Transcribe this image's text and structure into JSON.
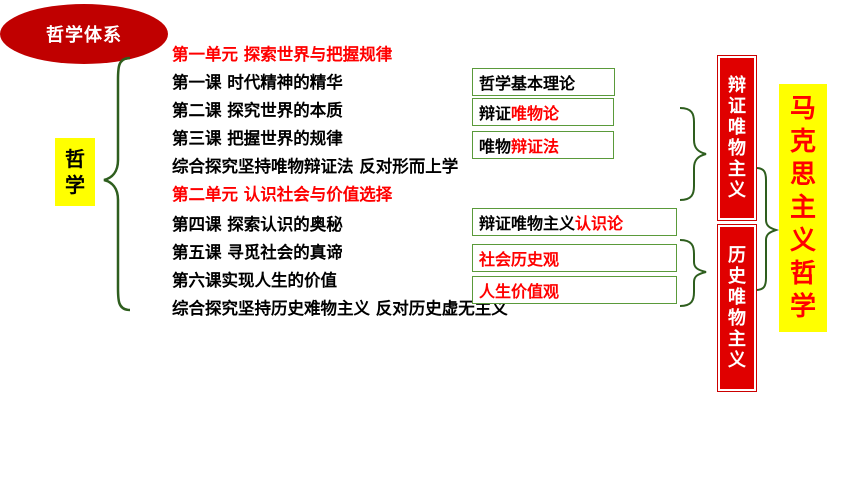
{
  "header": {
    "title": "哲学体系"
  },
  "root": {
    "chars": [
      "哲",
      "学"
    ]
  },
  "outline": [
    {
      "text": "第一单元  探索世界与把握规律",
      "type": "unit"
    },
    {
      "text": "第一课  时代精神的精华",
      "type": "lesson"
    },
    {
      "text": "第二课  探究世界的本质",
      "type": "lesson"
    },
    {
      "text": "第三课  把握世界的规律",
      "type": "lesson"
    },
    {
      "text": "综合探究坚持唯物辩证法  反对形而上学",
      "type": "lesson"
    },
    {
      "text": "第二单元  认识社会与价值选择",
      "type": "unit"
    },
    {
      "text": "第四课  探索认识的奥秘",
      "type": "lesson"
    },
    {
      "text": "第五课  寻觅社会的真谛",
      "type": "lesson"
    },
    {
      "text": "第六课实现人生的价值",
      "type": "lesson"
    },
    {
      "text": "综合探究坚持历史难物主义  反对历史虚无主义",
      "type": "lesson"
    }
  ],
  "tags": {
    "theory": "哲学基本理论",
    "dialectical_materialism": {
      "prefix": "辩证",
      "highlight": "唯物论"
    },
    "materialist_dialectics": {
      "prefix": "唯物",
      "highlight": "辩证法"
    },
    "epistemology": {
      "prefix": "辩证唯物主义",
      "highlight": "认识论"
    },
    "social_history": "社会历史观",
    "life_value": "人生价值观"
  },
  "categories": {
    "dialectical": [
      "辩",
      "证",
      "唯",
      "物",
      "主",
      "义"
    ],
    "historical": [
      "历",
      "史",
      "唯",
      "物",
      "主",
      "义"
    ]
  },
  "marxism": [
    "马",
    "克",
    "思",
    "主",
    "义",
    "哲",
    "学"
  ],
  "colors": {
    "title_bg": "#c00000",
    "highlight": "#ff0000",
    "yellow": "#ffff00",
    "brace": "#2e5e1e"
  }
}
